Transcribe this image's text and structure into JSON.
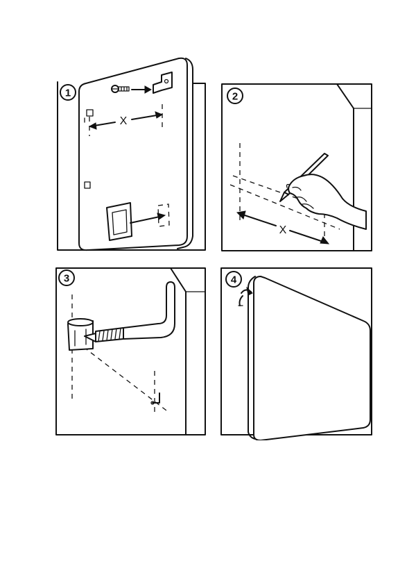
{
  "steps": [
    {
      "number": "1",
      "measure_label": "X"
    },
    {
      "number": "2",
      "measure_label": "X"
    },
    {
      "number": "3"
    },
    {
      "number": "4"
    }
  ],
  "colors": {
    "ink": "#111111",
    "paper": "#ffffff"
  },
  "icons": {
    "step1": [
      "screw-icon",
      "hanging-bracket-icon",
      "spacer-pad-icon"
    ],
    "step2": [
      "pencil-icon",
      "hand-icon"
    ],
    "step3": [
      "wall-plug-icon",
      "l-hook-screw-icon"
    ],
    "step4": [
      "hook-icon"
    ]
  }
}
